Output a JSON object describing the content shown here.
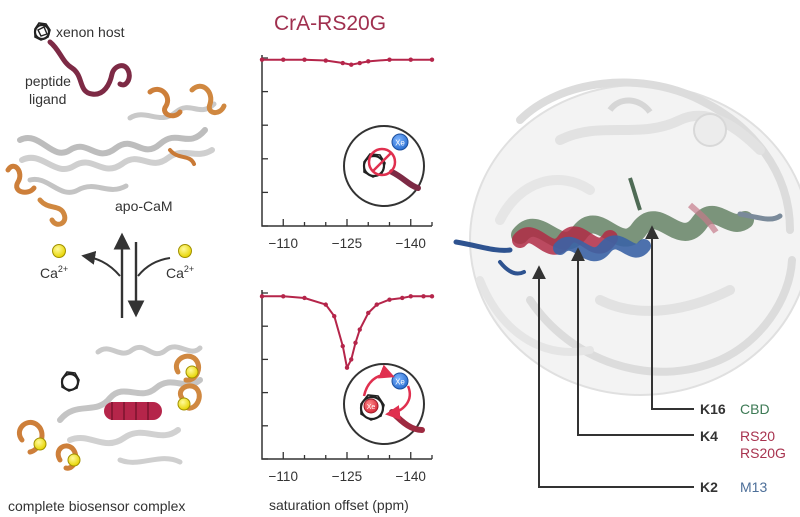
{
  "left": {
    "xenon_host": "xenon host",
    "peptide": "peptide",
    "ligand": "ligand",
    "apo_cam": "apo-CaM",
    "ca": "Ca",
    "ca_charge": "2+",
    "complex_caption": "complete biosensor complex"
  },
  "middle": {
    "title": "CrA-RS20G",
    "inset_badge": "Xe",
    "xlabel": "saturation offset (ppm)"
  },
  "right": {
    "labels": [
      {
        "key": "K16",
        "names": [
          "CBD"
        ],
        "color": "#3d7a55"
      },
      {
        "key": "K4",
        "names": [
          "RS20",
          "RS20G"
        ],
        "color": "#a8334f"
      },
      {
        "key": "K2",
        "names": [
          "M13"
        ],
        "color": "#4d6f99"
      }
    ]
  },
  "chart_data": [
    {
      "type": "line",
      "title": "CrA-RS20G",
      "xlabel": "",
      "ylabel": "",
      "x_ticks": [
        "−110",
        "−125",
        "−140"
      ],
      "xlim": [
        -105,
        -145
      ],
      "ylim": [
        0,
        1
      ],
      "series": [
        {
          "x": [
            -105,
            -110,
            -115,
            -120,
            -124,
            -126,
            -128,
            -130,
            -135,
            -140,
            -145
          ],
          "y": [
            0.99,
            0.99,
            0.99,
            0.985,
            0.97,
            0.96,
            0.97,
            0.98,
            0.99,
            0.99,
            0.99
          ]
        }
      ]
    },
    {
      "type": "line",
      "xlabel": "saturation offset (ppm)",
      "ylabel": "",
      "x_ticks": [
        "−110",
        "−125",
        "−140"
      ],
      "xlim": [
        -105,
        -145
      ],
      "ylim": [
        0,
        1
      ],
      "series": [
        {
          "x": [
            -105,
            -110,
            -115,
            -120,
            -122,
            -124,
            -125,
            -126,
            -127,
            -128,
            -130,
            -132,
            -135,
            -138,
            -140,
            -143,
            -145
          ],
          "y": [
            0.98,
            0.98,
            0.97,
            0.93,
            0.86,
            0.68,
            0.55,
            0.6,
            0.7,
            0.78,
            0.88,
            0.93,
            0.96,
            0.97,
            0.98,
            0.98,
            0.98
          ]
        }
      ]
    }
  ]
}
